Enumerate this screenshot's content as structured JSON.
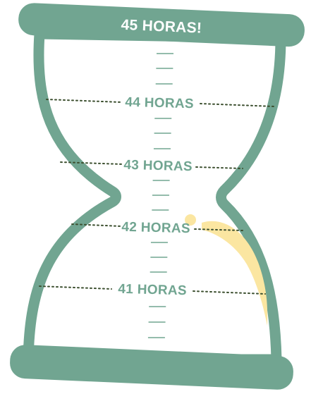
{
  "title": "45 HORAS!",
  "levels": [
    {
      "label": "44 HORAS"
    },
    {
      "label": "43 HORAS"
    },
    {
      "label": "42 HORAS"
    },
    {
      "label": "41 HORAS"
    }
  ],
  "colors": {
    "frame": "#71a591",
    "frame_text": "#ffffff",
    "label_text": "#71a591",
    "dots": "#3d5030",
    "tick": "#71a591",
    "sand": "#fbe6a1",
    "background": "#ffffff"
  },
  "icons": {
    "container": "hourglass-icon"
  }
}
